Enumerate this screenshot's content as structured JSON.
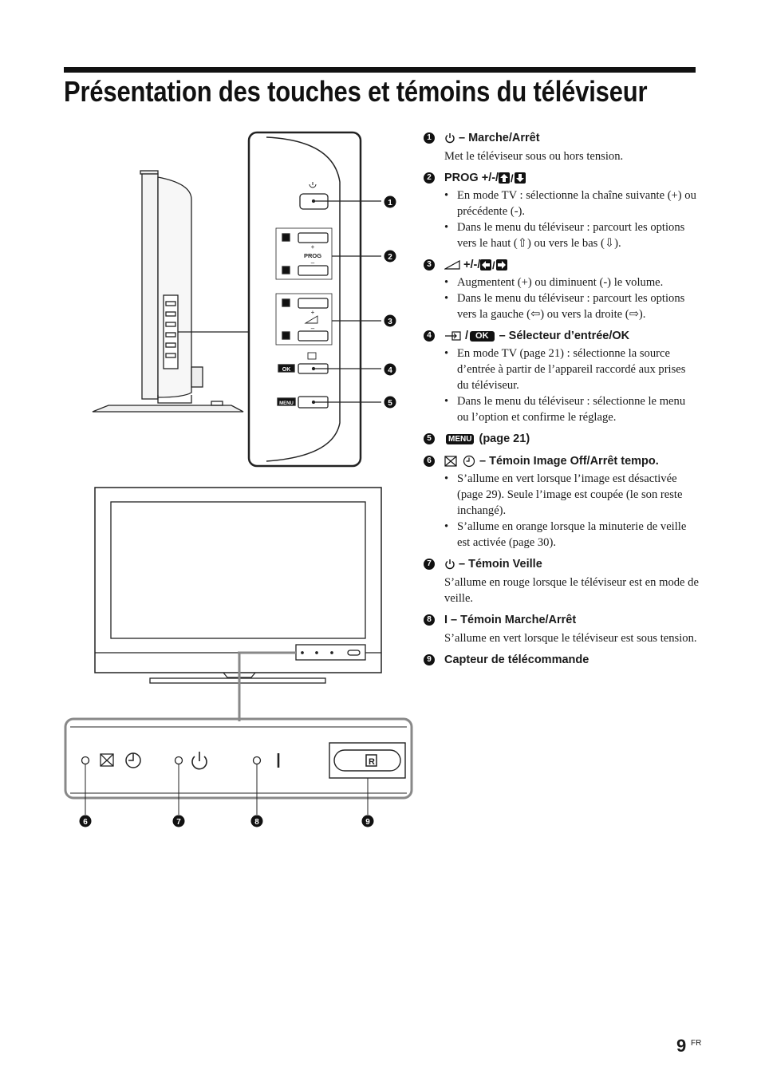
{
  "page": {
    "title": "Présentation des touches et témoins du téléviseur",
    "page_number": "9",
    "language": "FR"
  },
  "figure": {
    "prog_label": "PROG",
    "plus": "+",
    "minus": "–",
    "ok_key": "OK",
    "menu_key": "MENU",
    "callouts": [
      "1",
      "2",
      "3",
      "4",
      "5",
      "6",
      "7",
      "8",
      "9"
    ]
  },
  "items": [
    {
      "n": "1",
      "icon": "power-icon",
      "label": "– Marche/Arrêt",
      "desc": "Met le téléviseur sous ou hors tension."
    },
    {
      "n": "2",
      "icon": "prog-arrows-icon",
      "label_pre": "PROG +/-/ ",
      "label": "",
      "bullets": [
        "En mode TV : sélectionne la chaîne suivante (+) ou précédente (-).",
        "Dans le menu du téléviseur : parcourt les options vers le haut (⇧) ou vers le bas (⇩)."
      ]
    },
    {
      "n": "3",
      "icon": "volume-icon",
      "label_pre": "+/-/ ",
      "label": "",
      "bullets": [
        "Augmentent (+) ou diminuent (-) le volume.",
        "Dans le menu du téléviseur : parcourt les options vers la gauche (⇦) ou vers la droite (⇨)."
      ]
    },
    {
      "n": "4",
      "icon": "input-icon",
      "label": "– Sélecteur d’entrée/OK",
      "key": "OK",
      "bullets": [
        "En mode TV (page 21) : sélectionne la source d’entrée à partir de l’appareil raccordé aux prises du téléviseur.",
        "Dans le menu du téléviseur : sélectionne le menu ou l’option et confirme le réglage."
      ]
    },
    {
      "n": "5",
      "icon": "menu-key-icon",
      "key": "MENU",
      "label": "(page 21)"
    },
    {
      "n": "6",
      "icon": "picture-off-timer-icon",
      "label": "– Témoin Image Off/Arrêt tempo.",
      "bullets": [
        "S’allume en vert lorsque l’image est désactivée (page 29). Seule l’image est coupée (le son reste inchangé).",
        "S’allume en orange lorsque la minuterie de veille est activée (page 30)."
      ]
    },
    {
      "n": "7",
      "icon": "standby-icon",
      "label": "– Témoin Veille",
      "desc": "S’allume en rouge lorsque le téléviseur est en mode de veille."
    },
    {
      "n": "8",
      "icon": "power-on-bar-icon",
      "label": "I – Témoin Marche/Arrêt",
      "desc": "S’allume en vert lorsque le téléviseur est sous tension."
    },
    {
      "n": "9",
      "icon": "",
      "label": "Capteur de télécommande"
    }
  ]
}
